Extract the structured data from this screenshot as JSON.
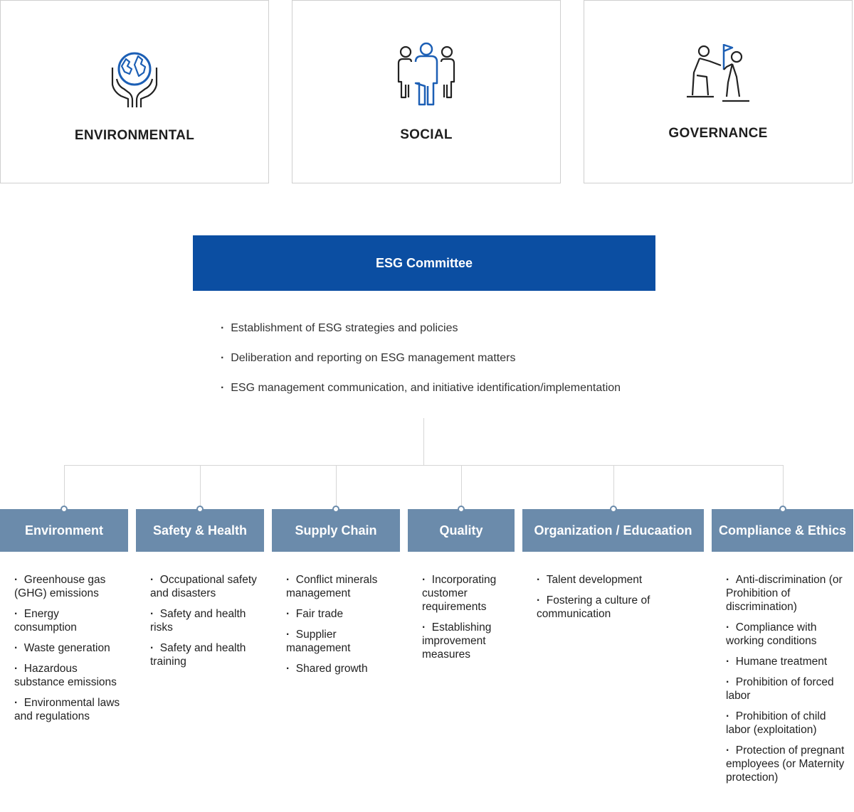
{
  "pillars": [
    {
      "label": "ENVIRONMENTAL",
      "icon": "hands-holding-globe-icon"
    },
    {
      "label": "SOCIAL",
      "icon": "people-group-icon"
    },
    {
      "label": "GOVERNANCE",
      "icon": "people-raising-flag-icon"
    }
  ],
  "committee": {
    "title": "ESG Committee",
    "duties": [
      "Establishment of ESG strategies and policies",
      "Deliberation and reporting on ESG management matters",
      "ESG management communication, and initiative identification/implementation"
    ]
  },
  "categories": [
    {
      "label": "Environment",
      "items": [
        "Greenhouse gas (GHG) emissions",
        "Energy consumption",
        "Waste generation",
        "Hazardous substance emissions",
        "Environmental laws and regulations"
      ]
    },
    {
      "label": "Safety & Health",
      "items": [
        "Occupational safety and disasters",
        "Safety and health risks",
        "Safety and health training"
      ]
    },
    {
      "label": "Supply Chain",
      "items": [
        "Conflict minerals management",
        "Fair trade",
        "Supplier management",
        "Shared growth"
      ]
    },
    {
      "label": "Quality",
      "items": [
        "Incorporating customer requirements",
        "Establishing improvement measures"
      ]
    },
    {
      "label": "Organization / Educaation",
      "items": [
        "Talent development",
        "Fostering a culture of communication"
      ]
    },
    {
      "label": "Compliance & Ethics",
      "items": [
        "Anti-discrimination (or Prohibition of discrimination)",
        "Compliance with working conditions",
        "Humane treatment",
        "Prohibition of forced labor",
        "Prohibition of child labor (exploitation)",
        "Protection of pregnant employees (or Maternity protection)"
      ]
    }
  ],
  "colors": {
    "committee": "#0b4ea2",
    "category": "#6b8bab",
    "icon_accent": "#1c5fb5",
    "icon_line": "#222222"
  }
}
